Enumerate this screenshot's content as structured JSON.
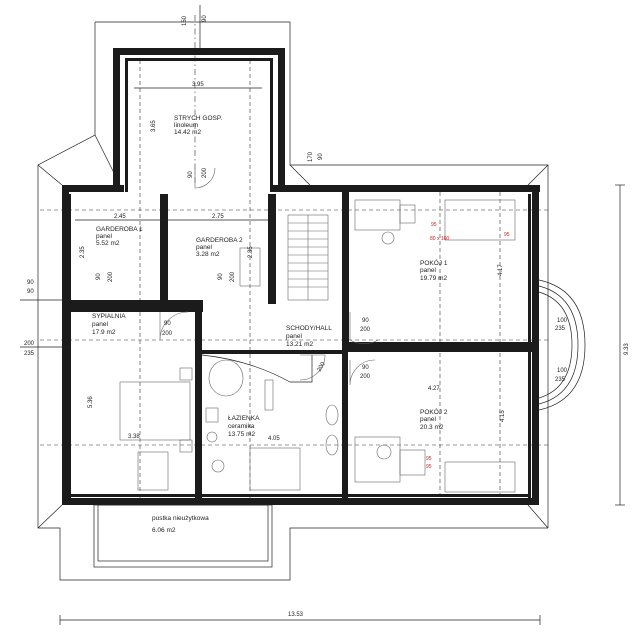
{
  "rooms": {
    "attic": {
      "name": "STRYCH GOSP.",
      "finish": "linoleum",
      "area": "14.42 m2"
    },
    "wardrobe1": {
      "name": "GARDEROBA 1",
      "finish": "panel",
      "area": "5.52 m2"
    },
    "wardrobe2": {
      "name": "GARDEROBA 2",
      "finish": "panel",
      "area": "3.28 m2"
    },
    "room1": {
      "name": "POKÓJ 1",
      "finish": "panel",
      "area": "19.79 m2"
    },
    "bedroom": {
      "name": "SYPIALNIA",
      "finish": "panel",
      "area": "17.9 m2"
    },
    "hall": {
      "name": "SCHODY/HALL",
      "finish": "panel",
      "area": "13.21 m2"
    },
    "bathroom": {
      "name": "ŁAZIENKA",
      "finish": "ceramika",
      "area": "13.75 m2"
    },
    "room2": {
      "name": "POKÓJ 2",
      "finish": "panel",
      "area": "20.3 m2"
    },
    "void": {
      "name": "pustka nieużytkowa",
      "area": "6.06 m2"
    }
  },
  "dims": {
    "top_150": "150",
    "top_90": "90",
    "attic_w": "3.95",
    "attic_h": "3.65",
    "attic_door_90": "90",
    "attic_door_200": "200",
    "right_door_170": "170",
    "right_door_90": "90",
    "w1_w": "2.45",
    "w2_w": "2.75",
    "w1_h": "2.35",
    "w2_h": "2.35",
    "w1_door_90": "90",
    "w1_door_200": "200",
    "w2_door_90": "90",
    "w2_door_200": "200",
    "left_90a": "90",
    "left_90b": "90",
    "left_200": "200",
    "left_235": "235",
    "bed_door_90": "90",
    "bed_door_200": "200",
    "hall_door_90": "90",
    "hall_door_200": "200",
    "r2_door_90": "90",
    "r2_door_200": "200",
    "bath_200": "200",
    "bed_h": "5.36",
    "bed_w": "3.38",
    "bath_w": "4.05",
    "r1_h": "4.17",
    "r2_w": "4.27",
    "r2_h": "4.15",
    "win_100a": "100",
    "win_235a": "235",
    "win_100b": "100",
    "win_235b": "235",
    "right_total": "9.33",
    "bottom_total": "13.53",
    "desk_note": "80 x 160",
    "tag_a": "95",
    "tag_b": "95",
    "tag_c": "95",
    "tag_d": "95"
  }
}
